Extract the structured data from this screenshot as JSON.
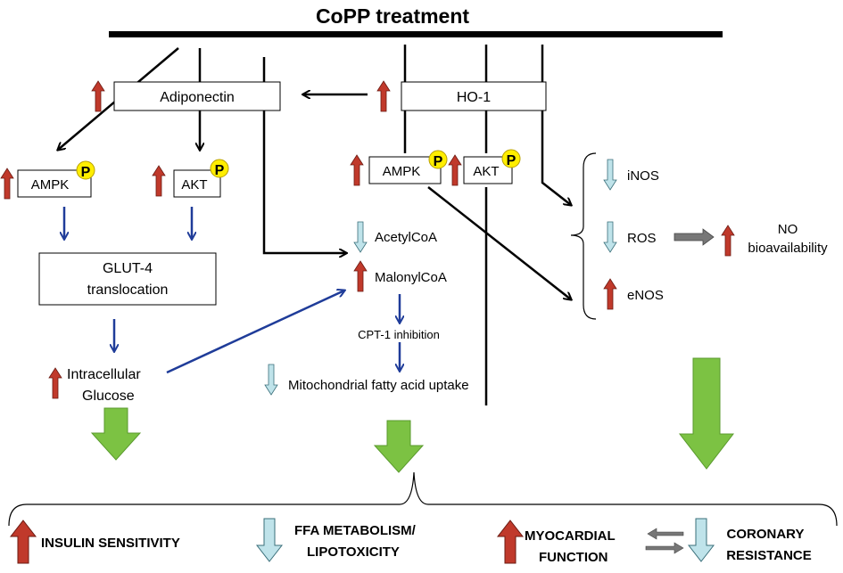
{
  "title": "CoPP treatment",
  "nodes": {
    "adiponectin": "Adiponectin",
    "ho1": "HO-1",
    "ampk_left": "AMPK",
    "akt_left": "AKT",
    "ampk_mid": "AMPK",
    "akt_mid": "AKT",
    "phospho": "P",
    "glut4_line1": "GLUT-4",
    "glut4_line2": "translocation",
    "intracellular_line1": "Intracellular",
    "intracellular_line2": "Glucose",
    "acetylcoa": "AcetylCoA",
    "malonylcoa": "MalonylCoA",
    "cpt1": "CPT-1 inhibition",
    "mito": "Mitochondrial fatty acid uptake",
    "inos": "iNOS",
    "ros": "ROS",
    "enos": "eNOS",
    "no_line1": "NO",
    "no_line2": "bioavailability"
  },
  "outcomes": {
    "insulin": "INSULIN SENSITIVITY",
    "ffa_line1": "FFA METABOLISM/",
    "ffa_line2": "LIPOTOXICITY",
    "myo_line1": "MYOCARDIAL",
    "myo_line2": "FUNCTION",
    "cor_line1": "CORONARY",
    "cor_line2": "RESISTANCE"
  },
  "colors": {
    "up_arrow": "#c0392b",
    "down_arrow": "#bfe3ea",
    "blue_arrow": "#1f3c99",
    "green_arrow": "#7cc243",
    "grey_arrow": "#777777",
    "phospho_badge": "#ffee00"
  }
}
